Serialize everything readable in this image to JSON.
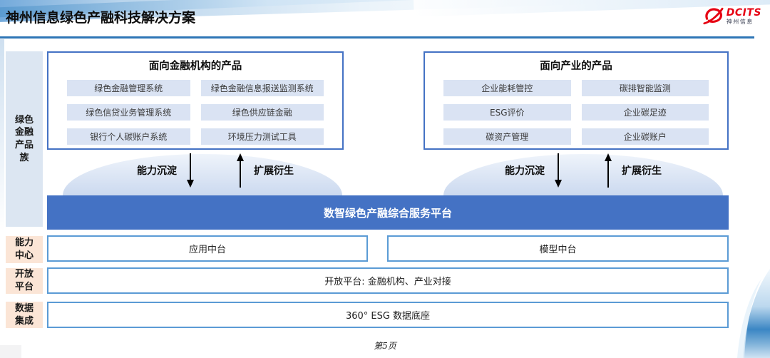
{
  "header": {
    "title": "神州信息绿色产融科技解决方案",
    "logo_brand": "DCITS",
    "logo_sub": "神州信息"
  },
  "sidebar": {
    "product_family_label": "绿色\n金融\n产品\n族",
    "capability_label": "能力\n中心",
    "open_label": "开放\n平台",
    "data_label": "数据\n集成"
  },
  "financial_box": {
    "title": "面向金融机构的产品",
    "items": [
      "绿色金融管理系统",
      "绿色金融信息报送监测系统",
      "绿色信贷业务管理系统",
      "绿色供应链金融",
      "银行个人碳账户系统",
      "环境压力测试工具"
    ]
  },
  "industry_box": {
    "title": "面向产业的产品",
    "items": [
      "企业能耗管控",
      "碳排智能监测",
      "ESG评价",
      "企业碳足迹",
      "碳资产管理",
      "企业碳账户"
    ]
  },
  "arrows": {
    "down_label": "能力沉淀",
    "up_label": "扩展衍生"
  },
  "platform": {
    "label": "数智绿色产融综合服务平台"
  },
  "middle_row": {
    "left": "应用中台",
    "right": "模型中台"
  },
  "open_row": {
    "label": "开放平台: 金融机构、产业对接"
  },
  "data_row": {
    "label": "360° ESG 数据底座"
  },
  "footer": {
    "page_number": "第5页"
  },
  "colors": {
    "accent_blue": "#4472c4",
    "border_blue": "#5b9bd5",
    "line_blue": "#2e75b6",
    "chip_bg": "#dae3f3",
    "sidebar_blue_bg": "#dce6f2",
    "sidebar_peach_bg": "#fbe5d6",
    "logo_red": "#e60012"
  }
}
